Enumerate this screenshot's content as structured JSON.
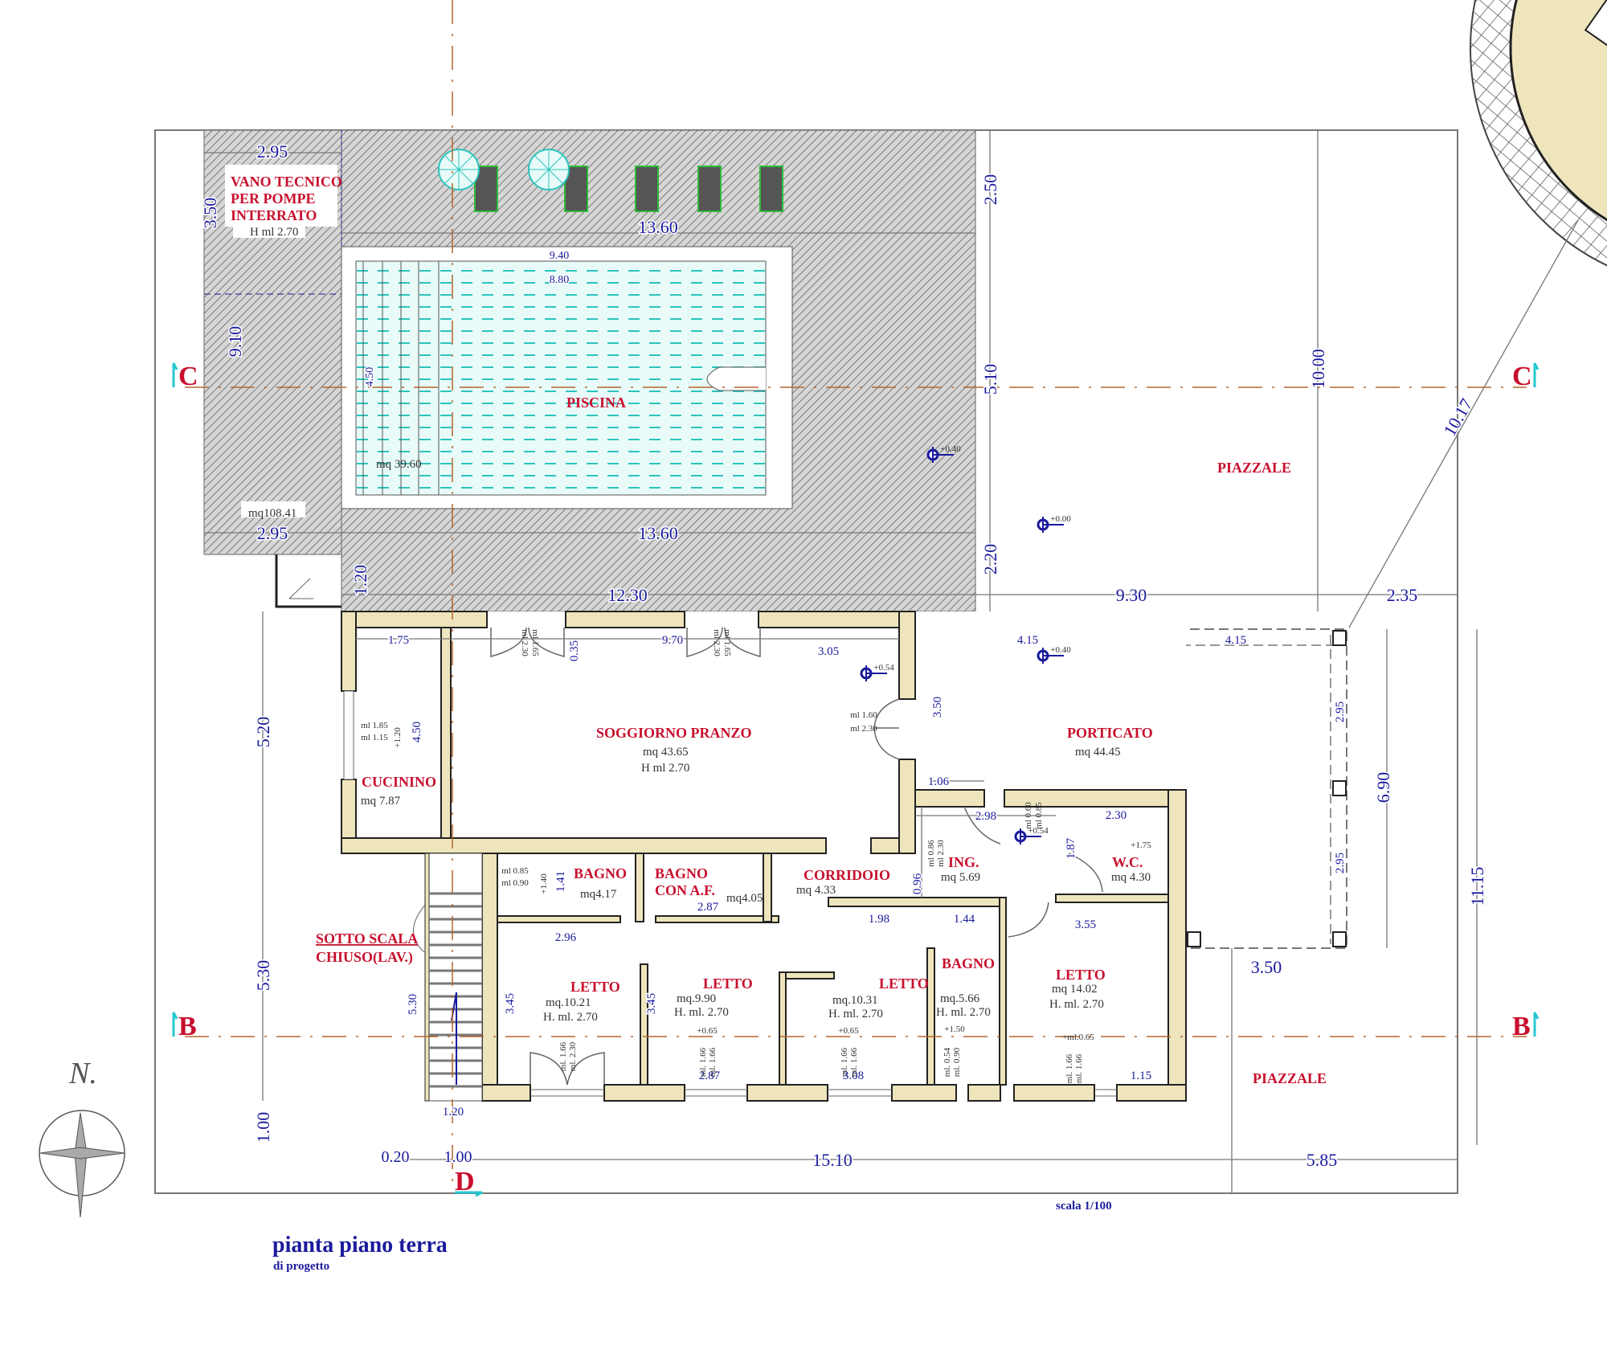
{
  "title": "pianta piano terra",
  "subtitle": "di progetto",
  "scale": "scala 1/100",
  "north_label": "N.",
  "colors": {
    "room_label": "#c8102e",
    "dimension": "#1a1a9c",
    "wall": "#efe5bd",
    "water": "#dff7f5",
    "section_line": "#b5652b"
  },
  "sections": {
    "c_left": "C",
    "c_right": "C",
    "b_left": "B",
    "b_right": "B",
    "d": "D"
  },
  "vano_tecnico": {
    "line1": "VANO TECNICO",
    "line2": "PER POMPE",
    "line3": "INTERRATO",
    "height": "H ml 2.70"
  },
  "piscina": {
    "name": "PISCINA",
    "area": "mq 39.60",
    "deck_area": "mq108.41"
  },
  "piazzale": [
    "PIAZZALE",
    "PIAZZALE"
  ],
  "rooms": {
    "soggiorno": {
      "name": "SOGGIORNO PRANZO",
      "area": "mq 43.65",
      "height": "H ml 2.70"
    },
    "porticato": {
      "name": "PORTICATO",
      "area": "mq 44.45"
    },
    "cucinino": {
      "name": "CUCININO",
      "area": "mq 7.87"
    },
    "bagno1": {
      "name": "BAGNO",
      "area": "mq4.17"
    },
    "bagno_af": {
      "name1": "BAGNO",
      "name2": "CON A.F.",
      "area": "mq4.05"
    },
    "corridoio": {
      "name": "CORRIDOIO",
      "area": "mq 4.33"
    },
    "ingresso": {
      "name": "ING.",
      "area": "mq 5.69"
    },
    "wc": {
      "name": "W.C.",
      "area": "mq 4.30"
    },
    "sotto_scala": {
      "line1": "SOTTO SCALA",
      "line2": "CHIUSO(LAV.)"
    },
    "letto1": {
      "name": "LETTO",
      "area": "mq.10.21",
      "height": "H. ml. 2.70"
    },
    "letto2": {
      "name": "LETTO",
      "area": "mq.9.90",
      "height": "H. ml. 2.70"
    },
    "letto3": {
      "name": "LETTO",
      "area": "mq.10.31",
      "height": "H. ml. 2.70"
    },
    "bagno2": {
      "name": "BAGNO",
      "area": "mq.5.66",
      "height": "H. ml. 2.70"
    },
    "letto4": {
      "name": "LETTO",
      "area": "mq 14.02",
      "height": "H. ml. 2.70"
    }
  },
  "dimensions": [
    "2.95",
    "3.50",
    "13.60",
    "9.40",
    "8.80",
    "9.10",
    "4.50",
    "2.50",
    "5.10",
    "10.00",
    "10.17",
    "2.95",
    "13.60",
    "2.20",
    "1.20",
    "12.30",
    "9.30",
    "2.35",
    "4.15",
    "4.15",
    "1.75",
    "9.70",
    "3.05",
    "0.35",
    "5.20",
    "4.50",
    "3.50",
    "2.95",
    "6.90",
    "1.06",
    "2.98",
    "2.30",
    "1.87",
    "0.96",
    "1.41",
    "2.87",
    "1.98",
    "1.44",
    "3.55",
    "2.96",
    "2.95",
    "11.15",
    "3.50",
    "5.30",
    "5.30",
    "3.45",
    "3.45",
    "2.87",
    "3.08",
    "1.15",
    "1.00",
    "1.20",
    "0.20",
    "1.00",
    "15.10",
    "5.85"
  ],
  "annotations": [
    "ml 1.65",
    "ml 2.30",
    "ml 1.65",
    "ml 2.30",
    "ml 1.60",
    "ml 2.30",
    "ml 1.85",
    "ml 1.15",
    "+1.20",
    "ml 0.85",
    "ml 0.90",
    "+1.40",
    "ml 0.86",
    "ml 2.30",
    "ml 0.60",
    "ml 0.85",
    "+1.75",
    "ml. 1.66",
    "ml. 2.30",
    "+0.65",
    "ml. 1.66",
    "ml. 1.66",
    "+0.65",
    "ml. 1.66",
    "ml. 1.66",
    "+1.50",
    "ml. 0.54",
    "ml. 0.90",
    "+ml.0.65",
    "ml. 1.66",
    "ml. 1.66"
  ],
  "elevations": [
    "+0.40",
    "+0.00",
    "+0.40",
    "+0.54",
    "+0.54"
  ]
}
